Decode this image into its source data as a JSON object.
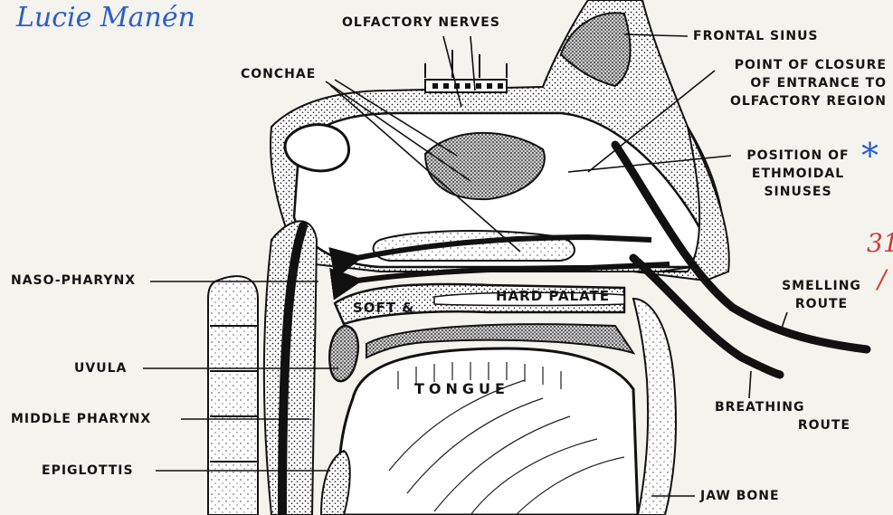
{
  "handwriting": {
    "signature": "Lucie Manén",
    "asterisk": "*",
    "margin_note": "31",
    "slash": "/"
  },
  "labels": {
    "olfactory_nerves": "OLFACTORY NERVES",
    "frontal_sinus": "FRONTAL SINUS",
    "conchae": "CONCHAE",
    "point_of_closure": [
      "POINT OF CLOSURE",
      "OF ENTRANCE TO",
      "OLFACTORY REGION"
    ],
    "ethmoidal": [
      "POSITION OF",
      "ETHMOIDAL",
      "SINUSES"
    ],
    "naso_pharynx": "NASO-PHARYNX",
    "smelling_route": [
      "SMELLING",
      "ROUTE"
    ],
    "soft": "SOFT &",
    "hard_palate": "HARD PALATE",
    "tongue": "TONGUE",
    "breathing_route": [
      "BREATHING",
      "ROUTE"
    ],
    "uvula": "UVULA",
    "middle_pharynx": "MIDDLE PHARYNX",
    "epiglottis": "EPIGLOTTIS",
    "jaw_bone": "JAW BONE"
  },
  "colors": {
    "ink": "#141414",
    "paper": "#f4f3ee",
    "blue_ink": "#2a5fc9",
    "red_ink": "#d23a3a"
  }
}
